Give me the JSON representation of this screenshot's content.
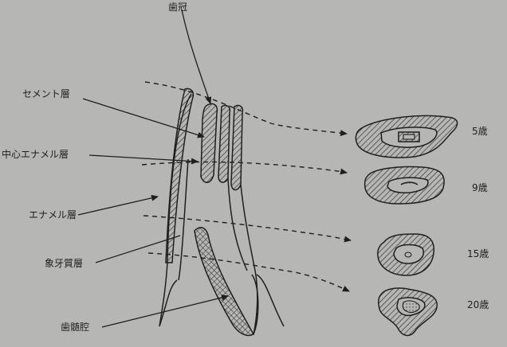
{
  "labels": {
    "crown": "歯冠",
    "cementum": "セメント層",
    "central_enamel": "中心エナメル層",
    "enamel": "エナメル層",
    "dentin": "象牙質層",
    "pulp": "歯髄腔"
  },
  "ages": [
    "5歳",
    "9歳",
    "15歳",
    "20歳"
  ]
}
